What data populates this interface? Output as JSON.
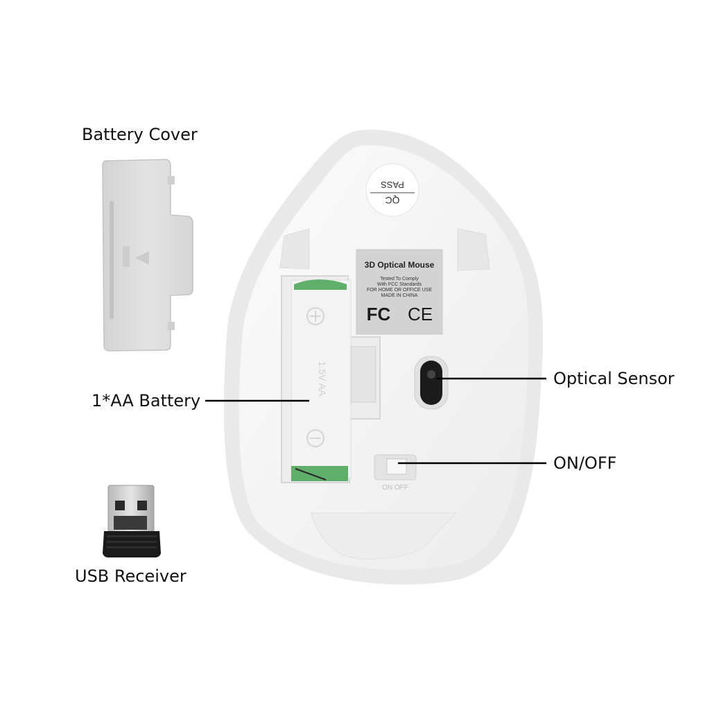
{
  "labels": {
    "battery_cover": "Battery Cover",
    "aa_battery": "1*AA Battery",
    "usb_receiver": "USB Receiver",
    "optical_sensor": "Optical Sensor",
    "on_off": "ON/OFF"
  },
  "qc_sticker": {
    "line1": "QC",
    "line2": "PASS"
  },
  "product_sticker": {
    "title": "3D Optical Mouse",
    "line1": "Tested To Comply",
    "line2": "With FCC Standards",
    "line3": "FOR HOME OR OFFICE USE",
    "line4": "MADE IN CHINA",
    "fcc_mark": "FC",
    "ce_mark": "CE"
  },
  "battery_marking": "1.5V AA",
  "switch_text": "ON OFF",
  "colors": {
    "mouse_shell": "#f4f4f4",
    "mouse_rim": "#e6e6e6",
    "battery_cover": "#dcdcdc",
    "sticker": "#cfcfcf",
    "contact_green": "#5fae6a",
    "usb_plug": "#d0d0d0",
    "usb_body": "#1a1a1a"
  }
}
